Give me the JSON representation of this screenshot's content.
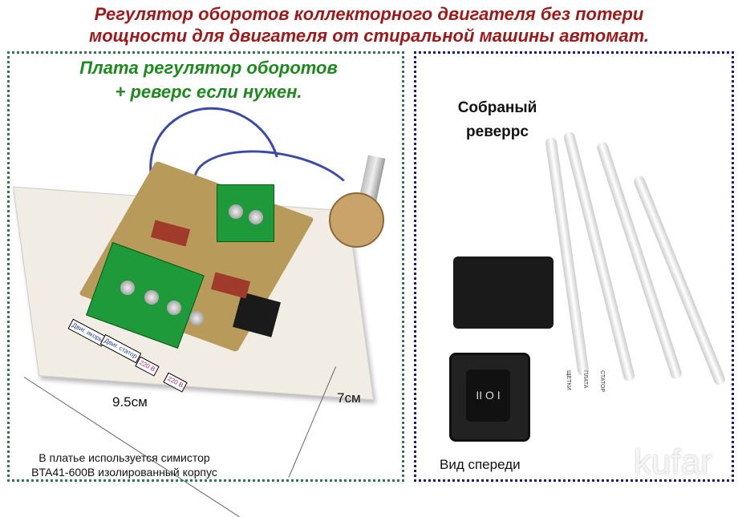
{
  "title": {
    "line1": "Регулятор оборотов коллекторного двигателя без потери",
    "line2": "мощности для двигателя от стиральной машины автомат."
  },
  "left_panel": {
    "heading1": "Плата регулятор оборотов",
    "heading2": "+ реверс если нужен.",
    "width_label": "9.5см",
    "height_label": "7см",
    "note1": "В платье используется симистор",
    "note2": "BTA41-600B изолированный корпус",
    "terminal_labels": [
      "Двиг. якорь",
      "Двиг. статор",
      "220 В",
      "220 В"
    ]
  },
  "right_panel": {
    "heading1": "Собраный",
    "heading2": "реверрс",
    "front_caption": "Вид спереди",
    "switch_symbol": "II O I",
    "cable_labels": [
      "ЩЕТКИ",
      "ПЛАТА",
      "СТАТОР"
    ]
  },
  "watermark": "kufar"
}
